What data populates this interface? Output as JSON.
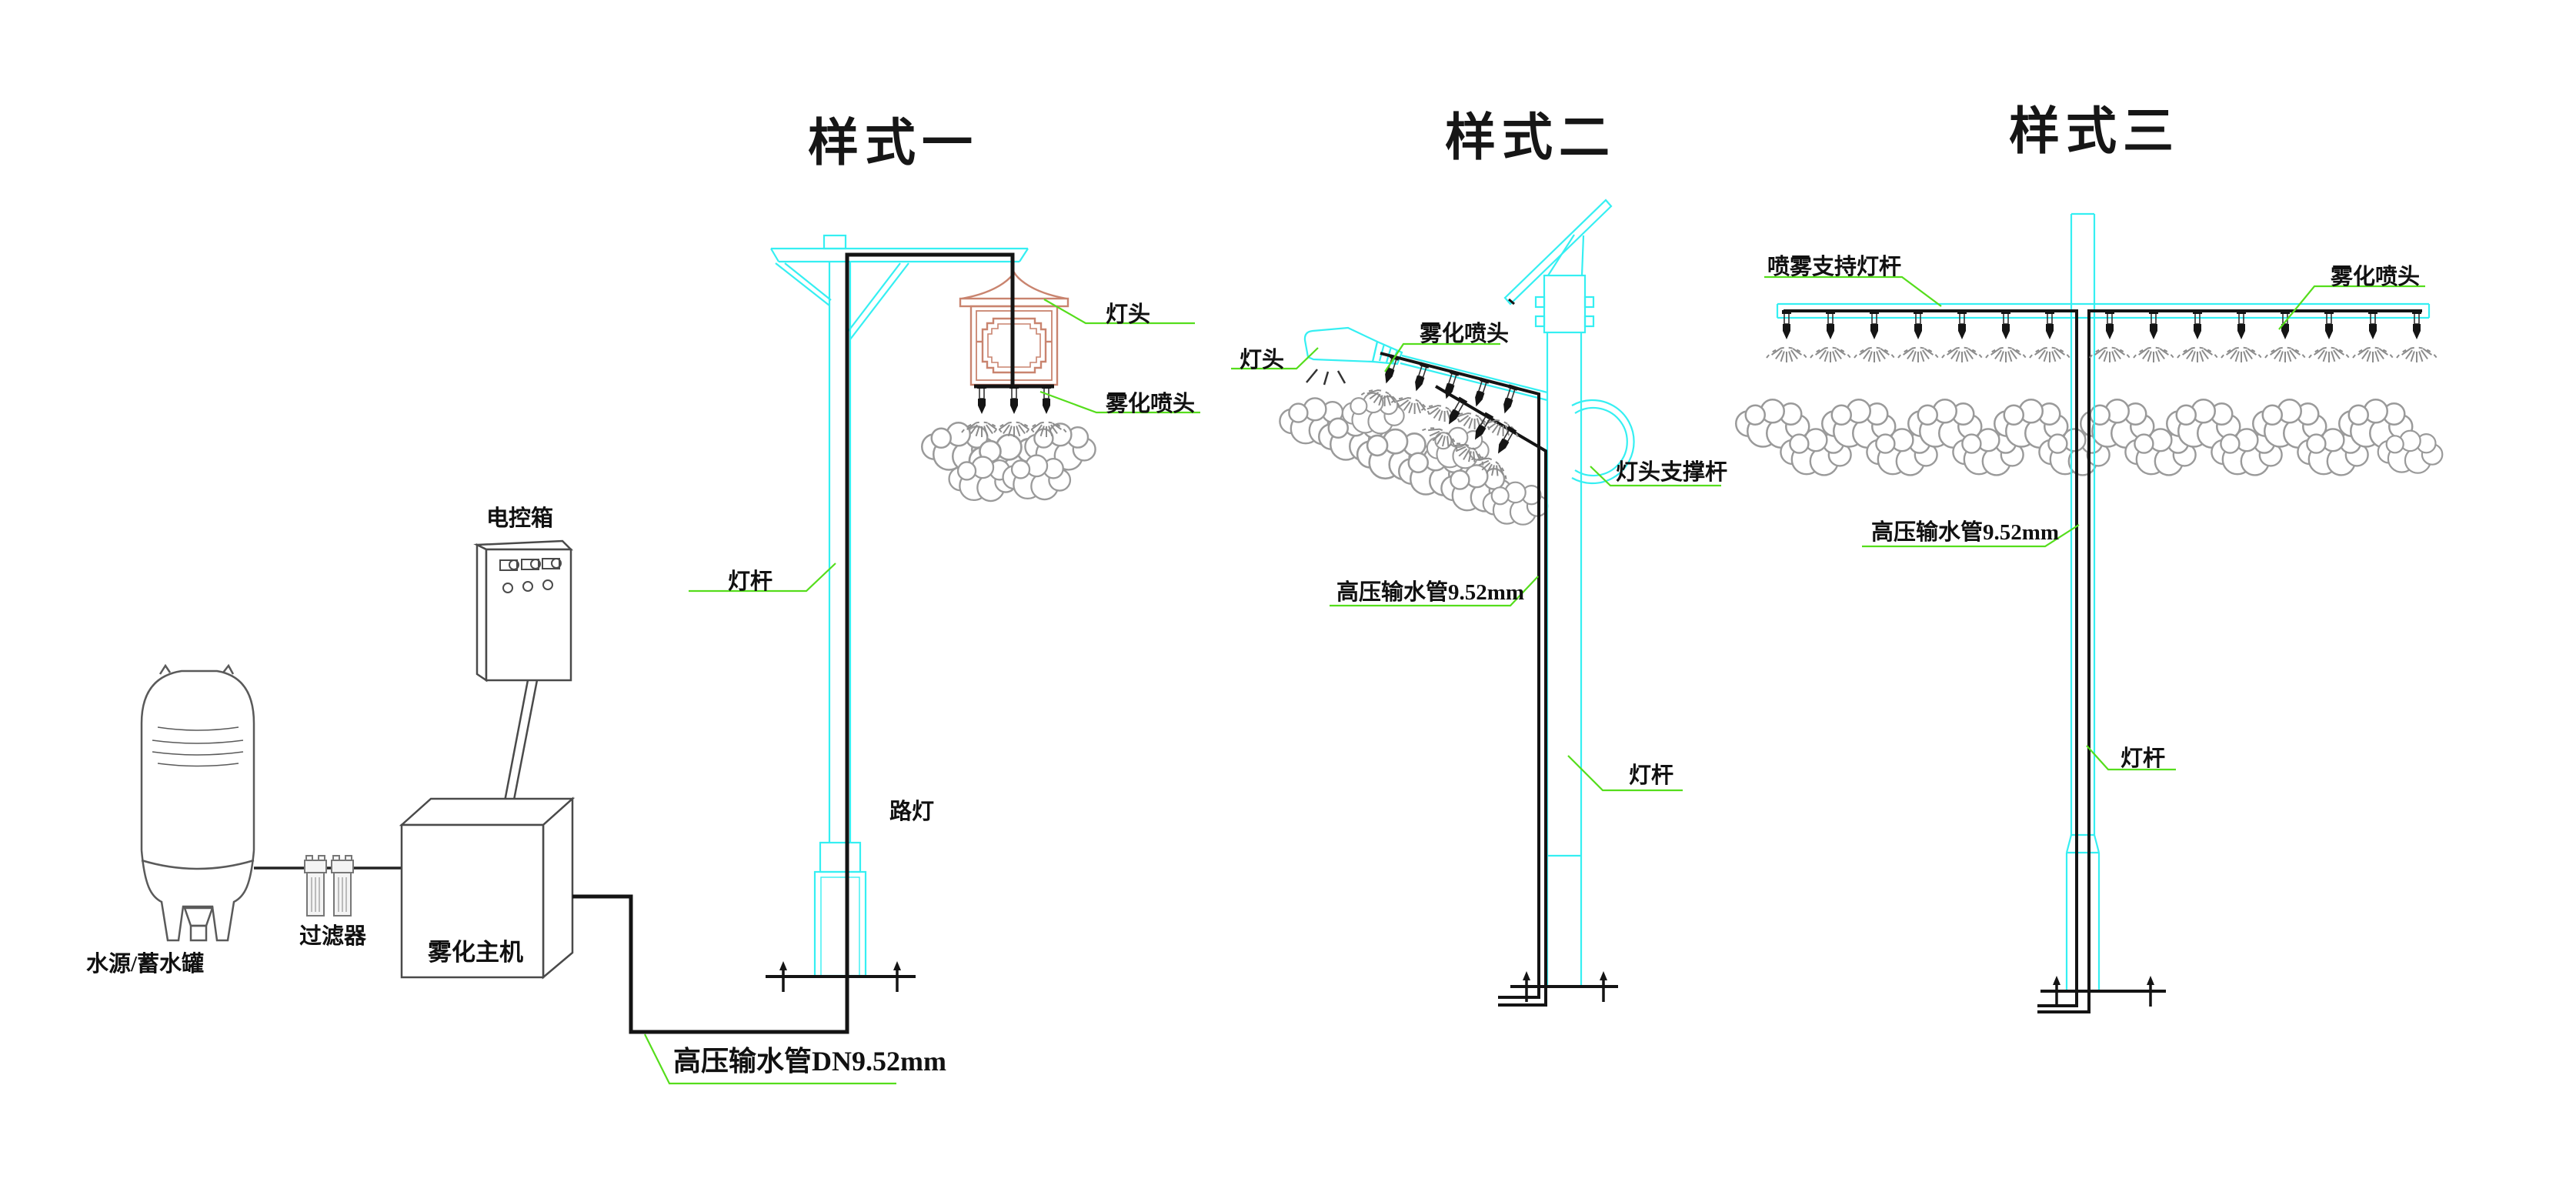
{
  "diagram": {
    "titles": {
      "style1": "样式一",
      "style2": "样式二",
      "style3": "样式三"
    },
    "supply": {
      "control_box": "电控箱",
      "tank": "水源/蓄水罐",
      "filter": "过滤器",
      "host": "雾化主机",
      "pipe_dn": "高压输水管DN9.52mm"
    },
    "style1_labels": {
      "lamp_head": "灯头",
      "nozzle": "雾化喷头",
      "pole": "灯杆",
      "street_lamp": "路灯"
    },
    "style2_labels": {
      "lamp_head": "灯头",
      "nozzle": "雾化喷头",
      "support_ring": "灯头支撑杆",
      "pipe": "高压输水管9.52mm",
      "pole": "灯杆"
    },
    "style3_labels": {
      "support_pole": "喷雾支持灯杆",
      "nozzle": "雾化喷头",
      "pipe": "高压输水管9.52mm",
      "pole": "灯杆"
    },
    "colors": {
      "pole_cyan": "#35EFF2",
      "leader_green": "#55DD1C",
      "pipe_black": "#141414",
      "lantern_salmon": "#C9846F",
      "outline_gray": "#4A4A4A",
      "cloud_gray": "#9A9A9A"
    }
  }
}
